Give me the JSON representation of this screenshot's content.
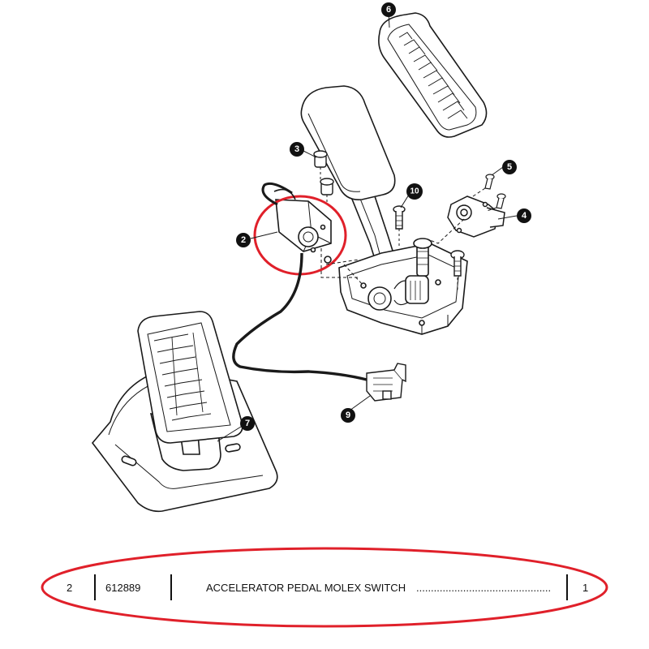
{
  "callouts": [
    {
      "id": "2",
      "label": "2"
    },
    {
      "id": "3",
      "label": "3"
    },
    {
      "id": "4",
      "label": "4"
    },
    {
      "id": "5",
      "label": "5"
    },
    {
      "id": "6",
      "label": "6"
    },
    {
      "id": "7",
      "label": "7"
    },
    {
      "id": "9",
      "label": "9"
    },
    {
      "id": "10",
      "label": "10"
    }
  ],
  "parts_row": {
    "item": "2",
    "part_number": "612889",
    "description": "ACCELERATOR PEDAL MOLEX SWITCH",
    "leader": "..............................................",
    "quantity": "1"
  },
  "colors": {
    "line": "#1a1a1a",
    "highlight": "#e0202a",
    "callout_fill": "#111111"
  }
}
